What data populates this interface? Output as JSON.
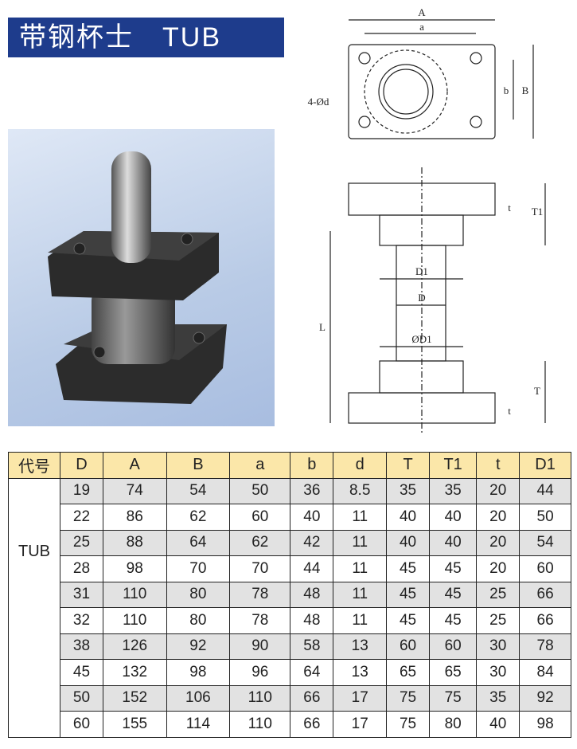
{
  "title": "带钢杯士　TUB",
  "drawing_labels": {
    "A": "A",
    "a": "a",
    "b": "b",
    "B": "B",
    "d": "4-Ød",
    "t": "t",
    "T1": "T1",
    "D1": "D1",
    "D": "D",
    "phiD1": "ØD1",
    "L": "L",
    "T": "T"
  },
  "table": {
    "headers": [
      "代号",
      "D",
      "A",
      "B",
      "a",
      "b",
      "d",
      "T",
      "T1",
      "t",
      "D1"
    ],
    "model": "TUB",
    "rows": [
      [
        "19",
        "74",
        "54",
        "50",
        "36",
        "8.5",
        "35",
        "35",
        "20",
        "44"
      ],
      [
        "22",
        "86",
        "62",
        "60",
        "40",
        "11",
        "40",
        "40",
        "20",
        "50"
      ],
      [
        "25",
        "88",
        "64",
        "62",
        "42",
        "11",
        "40",
        "40",
        "20",
        "54"
      ],
      [
        "28",
        "98",
        "70",
        "70",
        "44",
        "11",
        "45",
        "45",
        "20",
        "60"
      ],
      [
        "31",
        "110",
        "80",
        "78",
        "48",
        "11",
        "45",
        "45",
        "25",
        "66"
      ],
      [
        "32",
        "110",
        "80",
        "78",
        "48",
        "11",
        "45",
        "45",
        "25",
        "66"
      ],
      [
        "38",
        "126",
        "92",
        "90",
        "58",
        "13",
        "60",
        "60",
        "30",
        "78"
      ],
      [
        "45",
        "132",
        "98",
        "96",
        "64",
        "13",
        "65",
        "65",
        "30",
        "84"
      ],
      [
        "50",
        "152",
        "106",
        "110",
        "66",
        "17",
        "75",
        "75",
        "35",
        "92"
      ],
      [
        "60",
        "155",
        "114",
        "110",
        "66",
        "17",
        "75",
        "80",
        "40",
        "98"
      ]
    ]
  }
}
